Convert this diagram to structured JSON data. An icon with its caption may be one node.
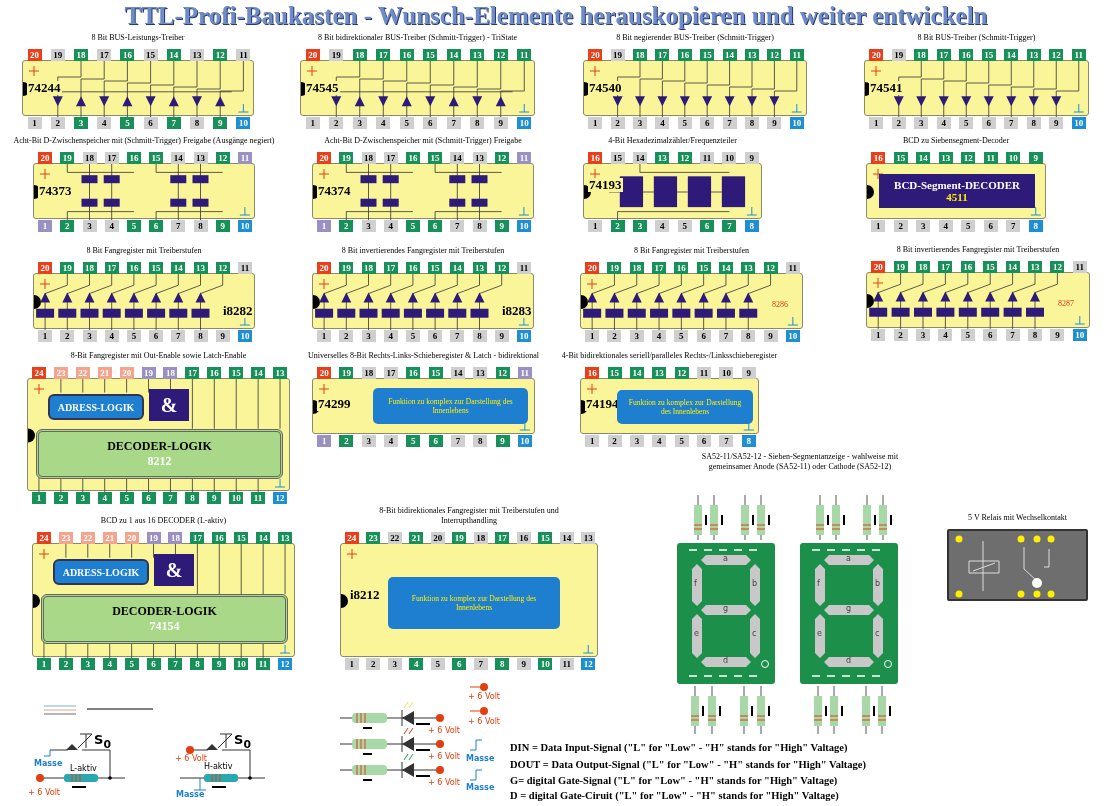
{
  "diagram": {
    "title": "TTL-Profi-Baukasten - Wunsch-Elemente herauskopieren und weiter entwickeln",
    "nodes": [
      {
        "text": [
          "20",
          "19",
          "18",
          "17",
          "16",
          "15",
          "14",
          "13",
          "12",
          "11",
          "74244",
          "1",
          "2",
          "3",
          "4",
          "5",
          "6",
          "7",
          "8",
          "9",
          "10"
        ],
        "beside": [
          "8 Bit BUS-Leistungs-Treiber"
        ]
      },
      {
        "text": [
          "20",
          "19",
          "18",
          "17",
          "16",
          "15",
          "14",
          "13",
          "12",
          "11",
          "74545",
          "1",
          "2",
          "3",
          "4",
          "5",
          "6",
          "7",
          "8",
          "9",
          "10"
        ],
        "beside": [
          "8 Bit bidirektionaler BUS-Treiber (Schmitt-Trigger) - TriState"
        ]
      },
      {
        "text": [
          "20",
          "19",
          "18",
          "17",
          "16",
          "15",
          "14",
          "13",
          "12",
          "11",
          "74540",
          "1",
          "2",
          "3",
          "4",
          "5",
          "6",
          "7",
          "8",
          "9",
          "10"
        ],
        "beside": [
          "8 Bit negierender BUS-Treiber (Schmitt-Trigger)"
        ]
      },
      {
        "text": [
          "20",
          "19",
          "18",
          "17",
          "16",
          "15",
          "14",
          "13",
          "12",
          "11",
          "74541",
          "1",
          "2",
          "3",
          "4",
          "5",
          "6",
          "7",
          "8",
          "9",
          "10"
        ],
        "beside": [
          "8 Bit BUS-Treiber (Schmitt-Trigger)"
        ]
      },
      {
        "text": [
          "20",
          "19",
          "18",
          "17",
          "16",
          "15",
          "14",
          "13",
          "12",
          "11",
          "74373",
          "1",
          "2",
          "3",
          "4",
          "5",
          "6",
          "7",
          "8",
          "9",
          "10"
        ],
        "beside": [
          "Acht-Bit D-Zwischenspeicher mit (Schmitt-Trigger) Freigabe (Ausgänge negiert)"
        ]
      },
      {
        "text": [
          "20",
          "19",
          "18",
          "17",
          "16",
          "15",
          "14",
          "13",
          "12",
          "11",
          "74374",
          "1",
          "2",
          "3",
          "4",
          "5",
          "6",
          "7",
          "8",
          "9",
          "10"
        ],
        "beside": [
          "Acht-Bit D-Zwischenspeicher mit (Schmitt-Trigger) Freigabe"
        ]
      },
      {
        "text": [
          "16",
          "15",
          "14",
          "13",
          "12",
          "11",
          "10",
          "9",
          "74193",
          "1",
          "2",
          "3",
          "4",
          "5",
          "6",
          "7",
          "8"
        ],
        "beside": [
          "4-Bit Hexadezimalzähler/Frequenzteiler"
        ]
      },
      {
        "text": [
          "16",
          "15",
          "14",
          "13",
          "12",
          "11",
          "10",
          "9",
          "1",
          "2",
          "3",
          "4",
          "5",
          "6",
          "7",
          "8"
        ],
        "beside": [
          "BCD zu Siebensegment-Decoder"
        ]
      },
      {
        "text": [
          "BCD-Segment-DECODER",
          "4511"
        ],
        "in": 7
      },
      {
        "text": [
          "20",
          "19",
          "18",
          "17",
          "16",
          "15",
          "14",
          "13",
          "12",
          "11",
          "i8282",
          "1",
          "2",
          "3",
          "4",
          "5",
          "6",
          "7",
          "8",
          "9",
          "10"
        ],
        "beside": [
          "8 Bit Fangregister mit Treiberstufen"
        ]
      },
      {
        "text": [
          "20",
          "19",
          "18",
          "17",
          "16",
          "15",
          "14",
          "13",
          "12",
          "11",
          "i8283",
          "1",
          "2",
          "3",
          "4",
          "5",
          "6",
          "7",
          "8",
          "9",
          "10"
        ],
        "beside": [
          "8 Bit invertierendes Fangregister mit Treiberstufen"
        ]
      },
      {
        "text": [
          "20",
          "19",
          "18",
          "17",
          "16",
          "15",
          "14",
          "13",
          "12",
          "11",
          "8286",
          "1",
          "2",
          "3",
          "4",
          "5",
          "6",
          "7",
          "8",
          "9",
          "10"
        ],
        "beside": [
          "8 Bit Fangregister mit Treiberstufen"
        ]
      },
      {
        "text": [
          "20",
          "19",
          "18",
          "17",
          "16",
          "15",
          "14",
          "13",
          "12",
          "11",
          "8287",
          "1",
          "2",
          "3",
          "4",
          "5",
          "6",
          "7",
          "8",
          "9",
          "10"
        ],
        "beside": [
          "8 Bit invertierendes Fangregister mit Treiberstufen"
        ]
      },
      {
        "text": [
          "24",
          "23",
          "22",
          "21",
          "20",
          "19",
          "18",
          "17",
          "16",
          "15",
          "14",
          "13",
          "1",
          "2",
          "3",
          "4",
          "5",
          "6",
          "7",
          "8",
          "9",
          "10",
          "11",
          "12"
        ],
        "beside": [
          "8-Bit Fangregister mit Out-Enable sowie Latch-Enable"
        ]
      },
      {
        "text": [
          "ADRESS-LOGIK"
        ],
        "in": 13
      },
      {
        "text": [
          "&"
        ],
        "in": 13
      },
      {
        "text": [
          "DECODER-LOGIK",
          "8212"
        ],
        "in": 13
      },
      {
        "text": [
          "20",
          "19",
          "18",
          "17",
          "16",
          "15",
          "14",
          "13",
          "12",
          "11",
          "74299",
          "1",
          "2",
          "3",
          "4",
          "5",
          "6",
          "7",
          "8",
          "9",
          "10"
        ],
        "beside": [
          "Universelles 8-Bit Rechts-Links-Schieberegister & Latch - bidirektional"
        ]
      },
      {
        "text": [
          "Funktion zu komplex zur Darstellung des Innenlebens"
        ],
        "in": 17
      },
      {
        "text": [
          "16",
          "15",
          "14",
          "13",
          "12",
          "11",
          "10",
          "9",
          "74194",
          "1",
          "2",
          "3",
          "4",
          "5",
          "6",
          "7",
          "8"
        ],
        "beside": [
          "4-Bit bidirektionales seriell/paralleles Rechts-/Linksschieberegister"
        ]
      },
      {
        "text": [
          "Funktion zu komplex zur Darstellung des Innenlebens"
        ],
        "in": 19
      },
      {
        "text": [
          "24",
          "23",
          "22",
          "21",
          "20",
          "19",
          "18",
          "17",
          "16",
          "15",
          "14",
          "13",
          "1",
          "2",
          "3",
          "4",
          "5",
          "6",
          "7",
          "8",
          "9",
          "10",
          "11",
          "12"
        ],
        "beside": [
          "BCD zu 1 aus 16 DECODER (L-aktiv)"
        ]
      },
      {
        "text": [
          "ADRESS-LOGIK"
        ],
        "in": 21
      },
      {
        "text": [
          "&"
        ],
        "in": 21
      },
      {
        "text": [
          "DECODER-LOGIK",
          "74154"
        ],
        "in": 21
      },
      {
        "text": [
          "24",
          "23",
          "22",
          "21",
          "20",
          "19",
          "18",
          "17",
          "16",
          "15",
          "14",
          "13",
          "i8212",
          "1",
          "2",
          "3",
          "4",
          "5",
          "6",
          "7",
          "8",
          "9",
          "10",
          "11",
          "12"
        ],
        "beside": [
          "8-Bit bidirektionales Fangregister mit Treiberstufen und Interrupthandling"
        ]
      },
      {
        "text": [
          "Funktion zu komplex zur Darstellung des Innenlebens"
        ],
        "in": 25
      },
      {
        "text": [
          "a",
          "f",
          "b",
          "g",
          "e",
          "c",
          "d"
        ]
      },
      {
        "text": [
          "a",
          "f",
          "b",
          "g",
          "e",
          "c",
          "d"
        ]
      },
      {
        "text": [],
        "shape": "box",
        "beside": [
          "5 V Relais mit Wechselkontakt"
        ]
      }
    ],
    "labels": [
      "SA52-11/SA52-12 - Sieben-Segmentanzeige - wahlweise mit gemeinsamer Anode (SA52-11) oder Cathode (SA52-12)",
      "+ 6 Volt",
      "+ 6 Volt",
      "+ 6 Volt",
      "Masse",
      "+ 6 Volt",
      "Masse",
      "+ 6 Volt",
      "S$_{0}$",
      "Masse",
      "L-aktiv",
      "+ 6 Volt",
      "S$_{0}$",
      "+ 6 Volt",
      "H-aktiv",
      "Masse",
      "DIN = Data Input-Signal (\"L\" for \"Low\" - \"H\" stands for \"High\" Valtage)",
      "DOUT = Data Output-Signal (\"L\" for \"Low\" - \"H\" stands for \"High\" Valtage)",
      "G= digital Gate-Signal (\"L\" for \"Low\" - \"H\" stands for \"High\" Valtage)",
      "D = digital Gate-Ciruit (\"L\" for \"Low\" - \"H\" stands for \"High\" Valtage)"
    ]
  }
}
